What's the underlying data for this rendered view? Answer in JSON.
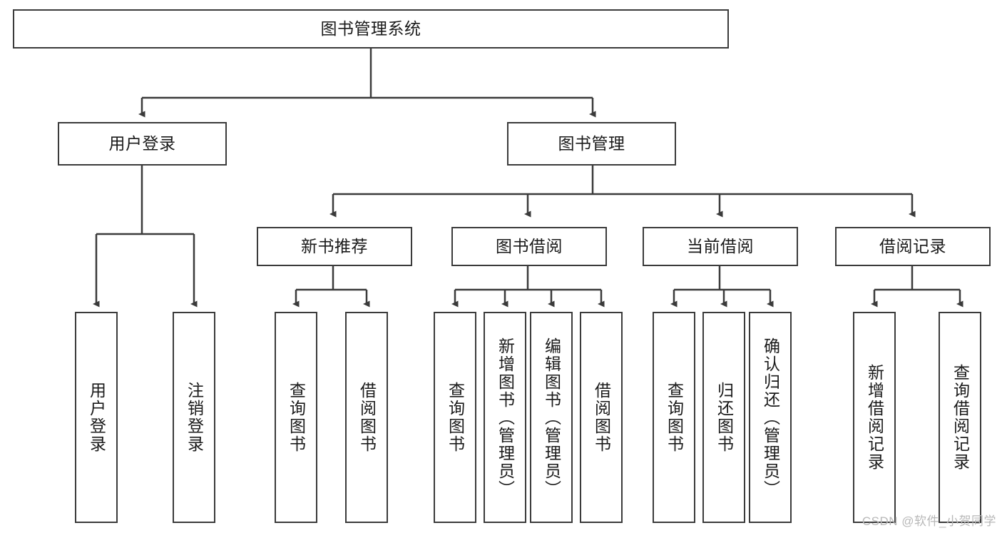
{
  "diagram": {
    "title": "图书管理系统",
    "type": "tree-hierarchy",
    "watermark": "CSDN @软件_小贺同学",
    "colors": {
      "border": "#3b3b3b",
      "background": "#ffffff",
      "text": "#1a1a1a",
      "watermark": "#b8b8b8"
    },
    "nodes": {
      "root": {
        "label": "图书管理系统"
      },
      "level2": [
        {
          "id": "user-login",
          "label": "用户登录"
        },
        {
          "id": "book-management",
          "label": "图书管理"
        }
      ],
      "level3": [
        {
          "id": "new-book-recommend",
          "label": "新书推荐"
        },
        {
          "id": "book-borrow",
          "label": "图书借阅"
        },
        {
          "id": "current-borrow",
          "label": "当前借阅"
        },
        {
          "id": "borrow-record",
          "label": "借阅记录"
        }
      ],
      "leaves": {
        "user_login": [
          {
            "id": "leaf-user-login",
            "label": "用户登录"
          },
          {
            "id": "leaf-logout",
            "label": "注销登录"
          }
        ],
        "new_book_recommend": [
          {
            "id": "leaf-query-book-1",
            "label": "查询图书"
          },
          {
            "id": "leaf-borrow-book-1",
            "label": "借阅图书"
          }
        ],
        "book_borrow": [
          {
            "id": "leaf-query-book-2",
            "label": "查询图书"
          },
          {
            "id": "leaf-add-book",
            "label": "新增图书（管理员）"
          },
          {
            "id": "leaf-edit-book",
            "label": "编辑图书（管理员）"
          },
          {
            "id": "leaf-borrow-book-2",
            "label": "借阅图书"
          }
        ],
        "current_borrow": [
          {
            "id": "leaf-query-book-3",
            "label": "查询图书"
          },
          {
            "id": "leaf-return-book",
            "label": "归还图书"
          },
          {
            "id": "leaf-confirm-return",
            "label": "确认归还（管理员）"
          }
        ],
        "borrow_record": [
          {
            "id": "leaf-add-record",
            "label": "新增借阅记录"
          },
          {
            "id": "leaf-query-record",
            "label": "查询借阅记录"
          }
        ]
      }
    }
  }
}
